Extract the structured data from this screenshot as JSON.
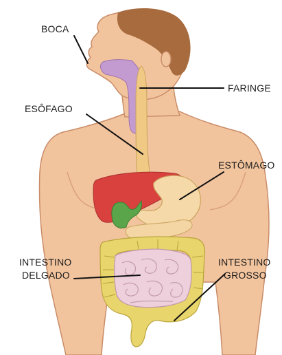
{
  "labels": {
    "mouth": "BOCA",
    "pharynx": "FARINGE",
    "esophagus": "ESÔFAGO",
    "stomach": "ESTÔMAGO",
    "small_intestine_line1": "INTESTINO",
    "small_intestine_line2": "DELGADO",
    "large_intestine_line1": "INTESTINO",
    "large_intestine_line2": "GROSSO"
  },
  "colors": {
    "skin": "#f2c49e",
    "skin_outline": "#c98c68",
    "hair": "#a86b3e",
    "pharynx": "#c49bd0",
    "esophagus": "#f0c985",
    "liver": "#d9413f",
    "gallbladder": "#5aa54a",
    "stomach": "#f6d9a8",
    "pancreas": "#f3d6a4",
    "small_intestine": "#edd0dc",
    "large_intestine": "#e8d56b",
    "leader_line": "#111111"
  }
}
